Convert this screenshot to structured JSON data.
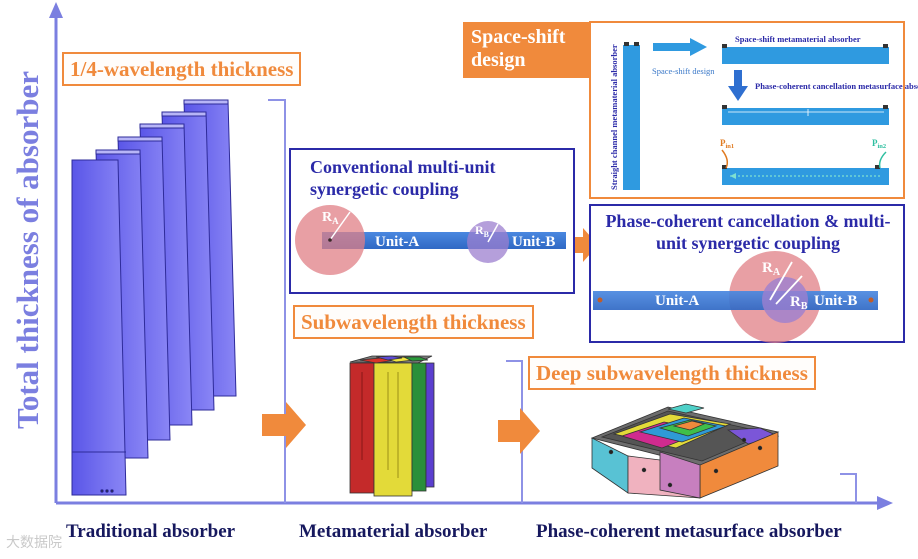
{
  "y_axis_label": "Total thickness of absorber",
  "stages": {
    "quarter": "1/4-wavelength thickness",
    "sub": "Subwavelength thickness",
    "deep": "Deep subwavelength thickness"
  },
  "x_labels": {
    "traditional": "Traditional absorber",
    "metamaterial": "Metamaterial absorber",
    "phase": "Phase-coherent metasurface absorber"
  },
  "conventional": {
    "title": "Conventional multi-unit synergetic coupling",
    "unit_a": "Unit-A",
    "unit_b": "Unit-B",
    "ra_main": "R",
    "ra_sub": "A",
    "rb_main": "R",
    "rb_sub": "B"
  },
  "coherent": {
    "title": "Phase-coherent cancellation & multi-unit synergetic coupling",
    "unit_a": "Unit-A",
    "unit_b": "Unit-B",
    "ra_main": "R",
    "ra_sub": "A",
    "rb_main": "R",
    "rb_sub": "B"
  },
  "space_shift": {
    "label": "Space-shift design",
    "vertical_caption": "Straight channel metamaterial absorber",
    "top_caption": "Space-shift metamaterial absorber",
    "arrow_caption": "Space-shift design",
    "mid_caption": "Phase-coherent cancellation metasurface absorber",
    "pin1_main": "P",
    "pin1_sub": "in1",
    "pin2_main": "P",
    "pin2_sub": "in2"
  },
  "watermark": "大数据院",
  "colors": {
    "axis": "#7b7fe0",
    "orange": "#f08a3c",
    "navy": "#2b2aa8",
    "bar_blue": "#3f7bd6",
    "circle_red": "#e07f86",
    "circle_purple": "#9c7fcf"
  }
}
